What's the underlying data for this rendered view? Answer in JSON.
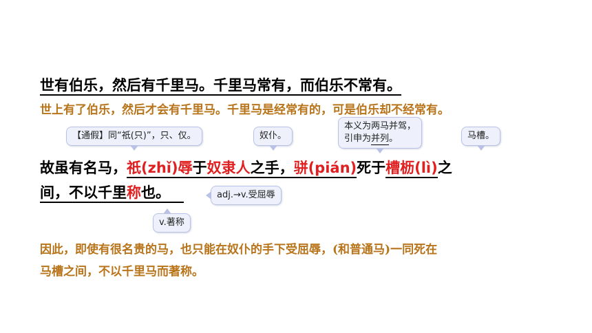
{
  "original": {
    "line1": "世有伯乐，然后有千里马。千里马常有，而伯乐不常有。",
    "line2": {
      "p1": "故虽有名马，",
      "p2": "祇(zhǐ)辱",
      "p3": "于",
      "p4": "奴隶人",
      "p5": "之手，",
      "p6": "骈(pián)",
      "p7": "死于",
      "p8": "槽枥(lì)",
      "p9": "之"
    },
    "line3": {
      "p1": "间，不以千里",
      "p2": "称",
      "p3": "也。"
    }
  },
  "translation": {
    "line1": "世上有了伯乐，然后才会有千里马。千里马是经常有的，可是伯乐却不经常有。",
    "line2": "因此，即使有很名贵的马，也只能在奴仆的手下受屈辱，(和普通马)一同死在",
    "line3": "马槽之间，不以千里马而著称。"
  },
  "notes": {
    "tongjia": "【通假】同“祇(只)”，只、仅。",
    "nupu": "奴仆。",
    "bing_1": "本义为两马并驾，",
    "bing_2_pre": "引申为",
    "bing_2_ul": "并列",
    "bing_2_post": "。",
    "macao": "马槽。",
    "adj": "adj.→v.受屈辱",
    "zhucheng": "v.著称"
  },
  "colors": {
    "text": "#000000",
    "highlight": "#e02020",
    "translation": "#b8741a",
    "bubble_bg": "#eef1fb"
  }
}
